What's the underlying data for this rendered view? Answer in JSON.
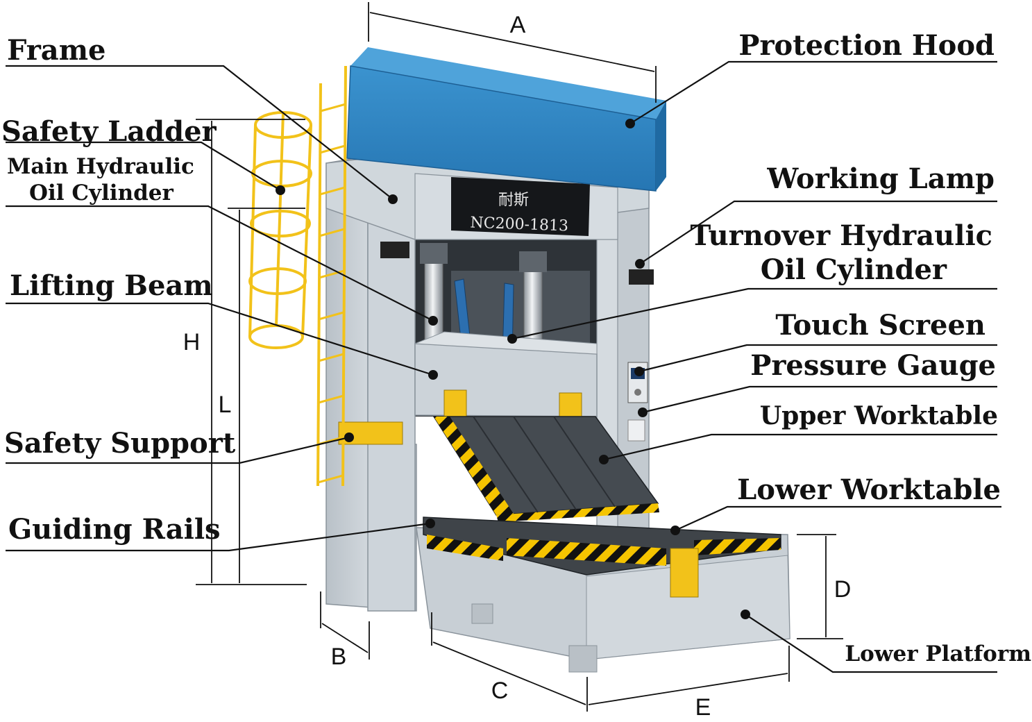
{
  "labels": {
    "frame": "Frame",
    "safety_ladder": "Safety Ladder",
    "main_cyl_1": "Main Hydraulic",
    "main_cyl_2": "Oil Cylinder",
    "lifting_beam": "Lifting Beam",
    "safety_support": "Safety Support",
    "guiding_rails": "Guiding Rails",
    "protection_hood": "Protection Hood",
    "working_lamp": "Working Lamp",
    "turnover_1": "Turnover Hydraulic",
    "turnover_2": "Oil Cylinder",
    "touch_screen": "Touch Screen",
    "pressure_gauge": "Pressure Gauge",
    "upper_worktable": "Upper Worktable",
    "lower_worktable": "Lower Worktable",
    "lower_platform": "Lower Platform"
  },
  "dimensions": {
    "a": "A",
    "b": "B",
    "c": "C",
    "d": "D",
    "e": "E",
    "h": "H",
    "l": "L"
  },
  "nameplate": {
    "brand": "耐斯",
    "model": "NC200-1813"
  },
  "colors": {
    "hood": "#2f86c2",
    "frame": "#c9d0d6",
    "ladder": "#f2c21a",
    "plate": "#3f4449",
    "hazard_yellow": "#f5c400",
    "hazard_black": "#111111",
    "cylinder": "#2c6fb0"
  }
}
